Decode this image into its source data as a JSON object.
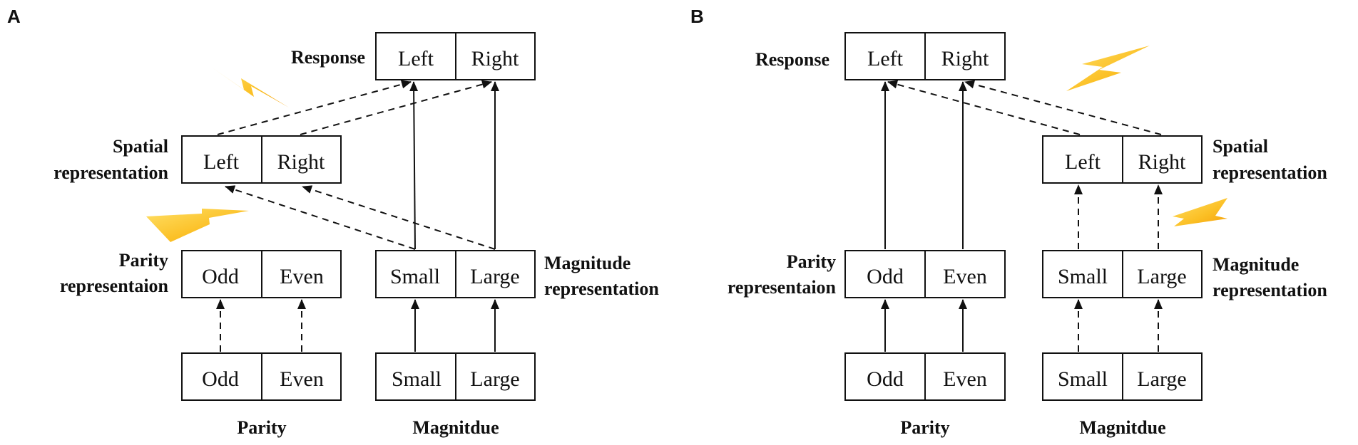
{
  "panels": {
    "A": {
      "letter": "A",
      "response": {
        "label": "Response",
        "left": "Left",
        "right": "Right"
      },
      "spatial": {
        "label_line1": "Spatial",
        "label_line2": "representation",
        "left": "Left",
        "right": "Right"
      },
      "parity_rep": {
        "label_line1": "Parity",
        "label_line2": "representaion",
        "odd": "Odd",
        "even": "Even"
      },
      "magnitude_rep": {
        "label_line1": "Magnitude",
        "label_line2": "representation",
        "small": "Small",
        "large": "Large"
      },
      "parity_input": {
        "label": "Parity",
        "odd": "Odd",
        "even": "Even"
      },
      "magnitude_input": {
        "label": "Magnitdue",
        "small": "Small",
        "large": "Large"
      }
    },
    "B": {
      "letter": "B",
      "response": {
        "label": "Response",
        "left": "Left",
        "right": "Right"
      },
      "spatial": {
        "label_line1": "Spatial",
        "label_line2": "representation",
        "left": "Left",
        "right": "Right"
      },
      "parity_rep": {
        "label_line1": "Parity",
        "label_line2": "representaion",
        "odd": "Odd",
        "even": "Even"
      },
      "magnitude_rep": {
        "label_line1": "Magnitude",
        "label_line2": "representation",
        "small": "Small",
        "large": "Large"
      },
      "parity_input": {
        "label": "Parity",
        "odd": "Odd",
        "even": "Even"
      },
      "magnitude_input": {
        "label": "Magnitdue",
        "small": "Small",
        "large": "Large"
      }
    }
  },
  "colors": {
    "line": "#111111",
    "lightning_light": "#ffe066",
    "lightning_dark": "#f5a300"
  }
}
